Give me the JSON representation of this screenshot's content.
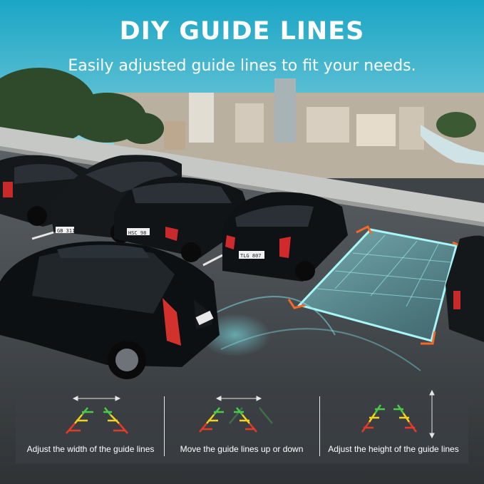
{
  "header": {
    "title": "DIY GUIDE LINES",
    "subtitle": "Easily adjusted guide lines to fit your needs."
  },
  "scene": {
    "plates": {
      "car_left": "GB 311",
      "car_middle": "HSC 98",
      "car_center": "TLG 807"
    }
  },
  "features": [
    {
      "caption": "Adjust the width of the guide lines",
      "adjustment": "width"
    },
    {
      "caption": "Move the guide lines up or down",
      "adjustment": "position"
    },
    {
      "caption": "Adjust the height of the guide lines",
      "adjustment": "height"
    }
  ],
  "colors": {
    "title_text": "#ffffff",
    "guide_green": "#4cc94a",
    "guide_yellow": "#f2d21b",
    "guide_red": "#e43a26",
    "guide_overlay": "#8ff0f2",
    "corner_orange": "#f06a2a"
  }
}
